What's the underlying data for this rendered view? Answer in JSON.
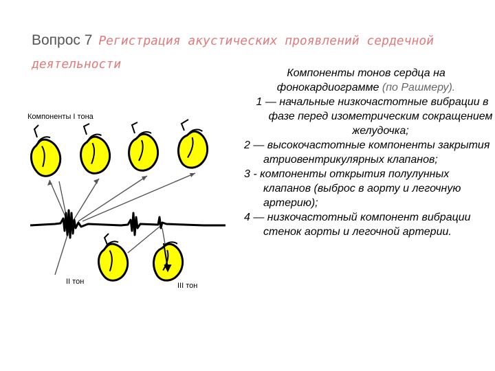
{
  "title": {
    "prefix": "Вопрос 7",
    "topic": "Регистрация акустических проявлений сердечной деятельности",
    "topic_color": "#e07b7b",
    "prefix_color": "#555555"
  },
  "figure": {
    "label_first_tone": "Компоненты I тона",
    "label_second_tone": "II тон",
    "label_third_tone": "III тон",
    "heart_fill": "#ffff00",
    "stroke": "#000000"
  },
  "text": {
    "heading_main": "Компоненты тонов сердца на фонокардиограмме",
    "heading_ref": "(по Рашмеру).",
    "items": [
      "1 — начальные низкочастотные вибрации в фазе перед изометрическим сокращением желудочка;",
      "2 — высокочастотные компоненты закрытия атриовентрикулярных клапанов;",
      "3 - компоненты открытия полулунных клапанов (выброс в аорту и легочную артерию);",
      "4 — низкочастотный компонент вибрации стенок аорты и легочной артерии."
    ]
  }
}
